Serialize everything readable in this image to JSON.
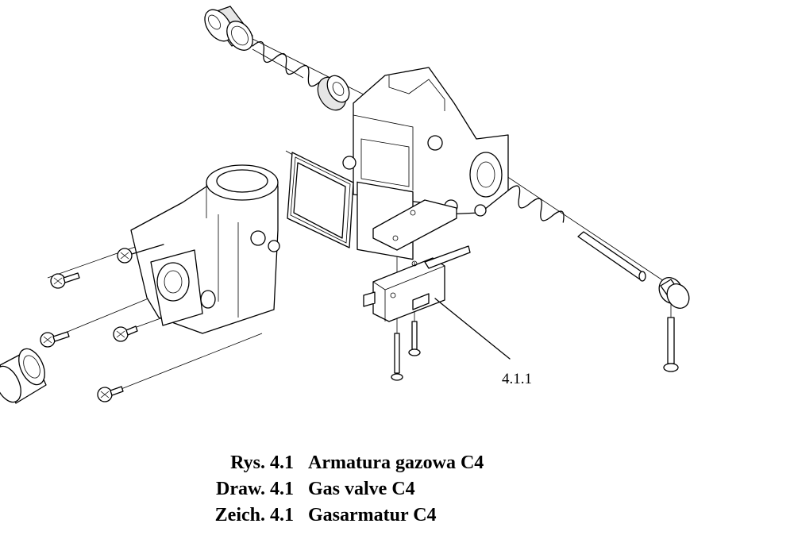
{
  "diagram": {
    "callout": "4.1.1"
  },
  "caption": [
    {
      "label": "Rys. 4.1",
      "title": "Armatura gazowa C4"
    },
    {
      "label": "Draw. 4.1",
      "title": "Gas valve C4"
    },
    {
      "label": "Zeich. 4.1",
      "title": "Gasarmatur C4"
    }
  ]
}
